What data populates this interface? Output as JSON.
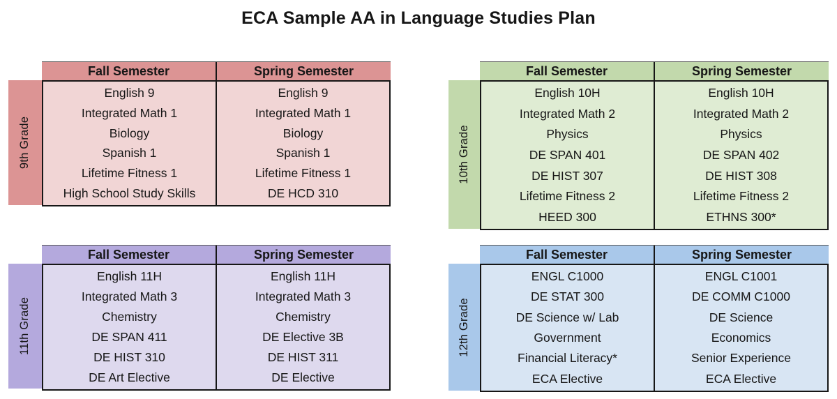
{
  "title": "ECA Sample AA in Language Studies Plan",
  "column_headers": {
    "fall": "Fall Semester",
    "spring": "Spring Semester"
  },
  "grades": [
    {
      "label": "9th Grade",
      "colors": {
        "header": "#DC9494",
        "body": "#F1D5D5"
      },
      "fall": [
        "English 9",
        "Integrated Math 1",
        "Biology",
        "Spanish 1",
        "Lifetime Fitness 1",
        "High School Study Skills"
      ],
      "spring": [
        "English 9",
        "Integrated Math 1",
        "Biology",
        "Spanish 1",
        "Lifetime Fitness 1",
        "DE HCD 310"
      ]
    },
    {
      "label": "10th Grade",
      "colors": {
        "header": "#C2D9AC",
        "body": "#DFECD3"
      },
      "fall": [
        "English 10H",
        "Integrated Math 2",
        "Physics",
        "DE SPAN 401",
        "DE HIST 307",
        "Lifetime Fitness 2",
        "HEED 300"
      ],
      "spring": [
        "English 10H",
        "Integrated Math 2",
        "Physics",
        "DE SPAN 402",
        "DE HIST 308",
        "Lifetime Fitness 2",
        "ETHNS 300*"
      ]
    },
    {
      "label": "11th Grade",
      "colors": {
        "header": "#B4A9DD",
        "body": "#DED9EE"
      },
      "fall": [
        "English 11H",
        "Integrated Math 3",
        "Chemistry",
        "DE SPAN 411",
        "DE HIST 310",
        "DE Art Elective"
      ],
      "spring": [
        "English 11H",
        "Integrated Math 3",
        "Chemistry",
        "DE Elective 3B",
        "DE HIST 311",
        "DE Elective"
      ]
    },
    {
      "label": "12th Grade",
      "colors": {
        "header": "#A9C8EA",
        "body": "#D8E5F3"
      },
      "fall": [
        "ENGL C1000",
        "DE STAT 300",
        "DE Science w/ Lab",
        "Government",
        "Financial Literacy*",
        "ECA Elective"
      ],
      "spring": [
        "ENGL C1001",
        "DE COMM C1000",
        "DE Science",
        "Economics",
        "Senior Experience",
        "ECA Elective"
      ]
    }
  ]
}
